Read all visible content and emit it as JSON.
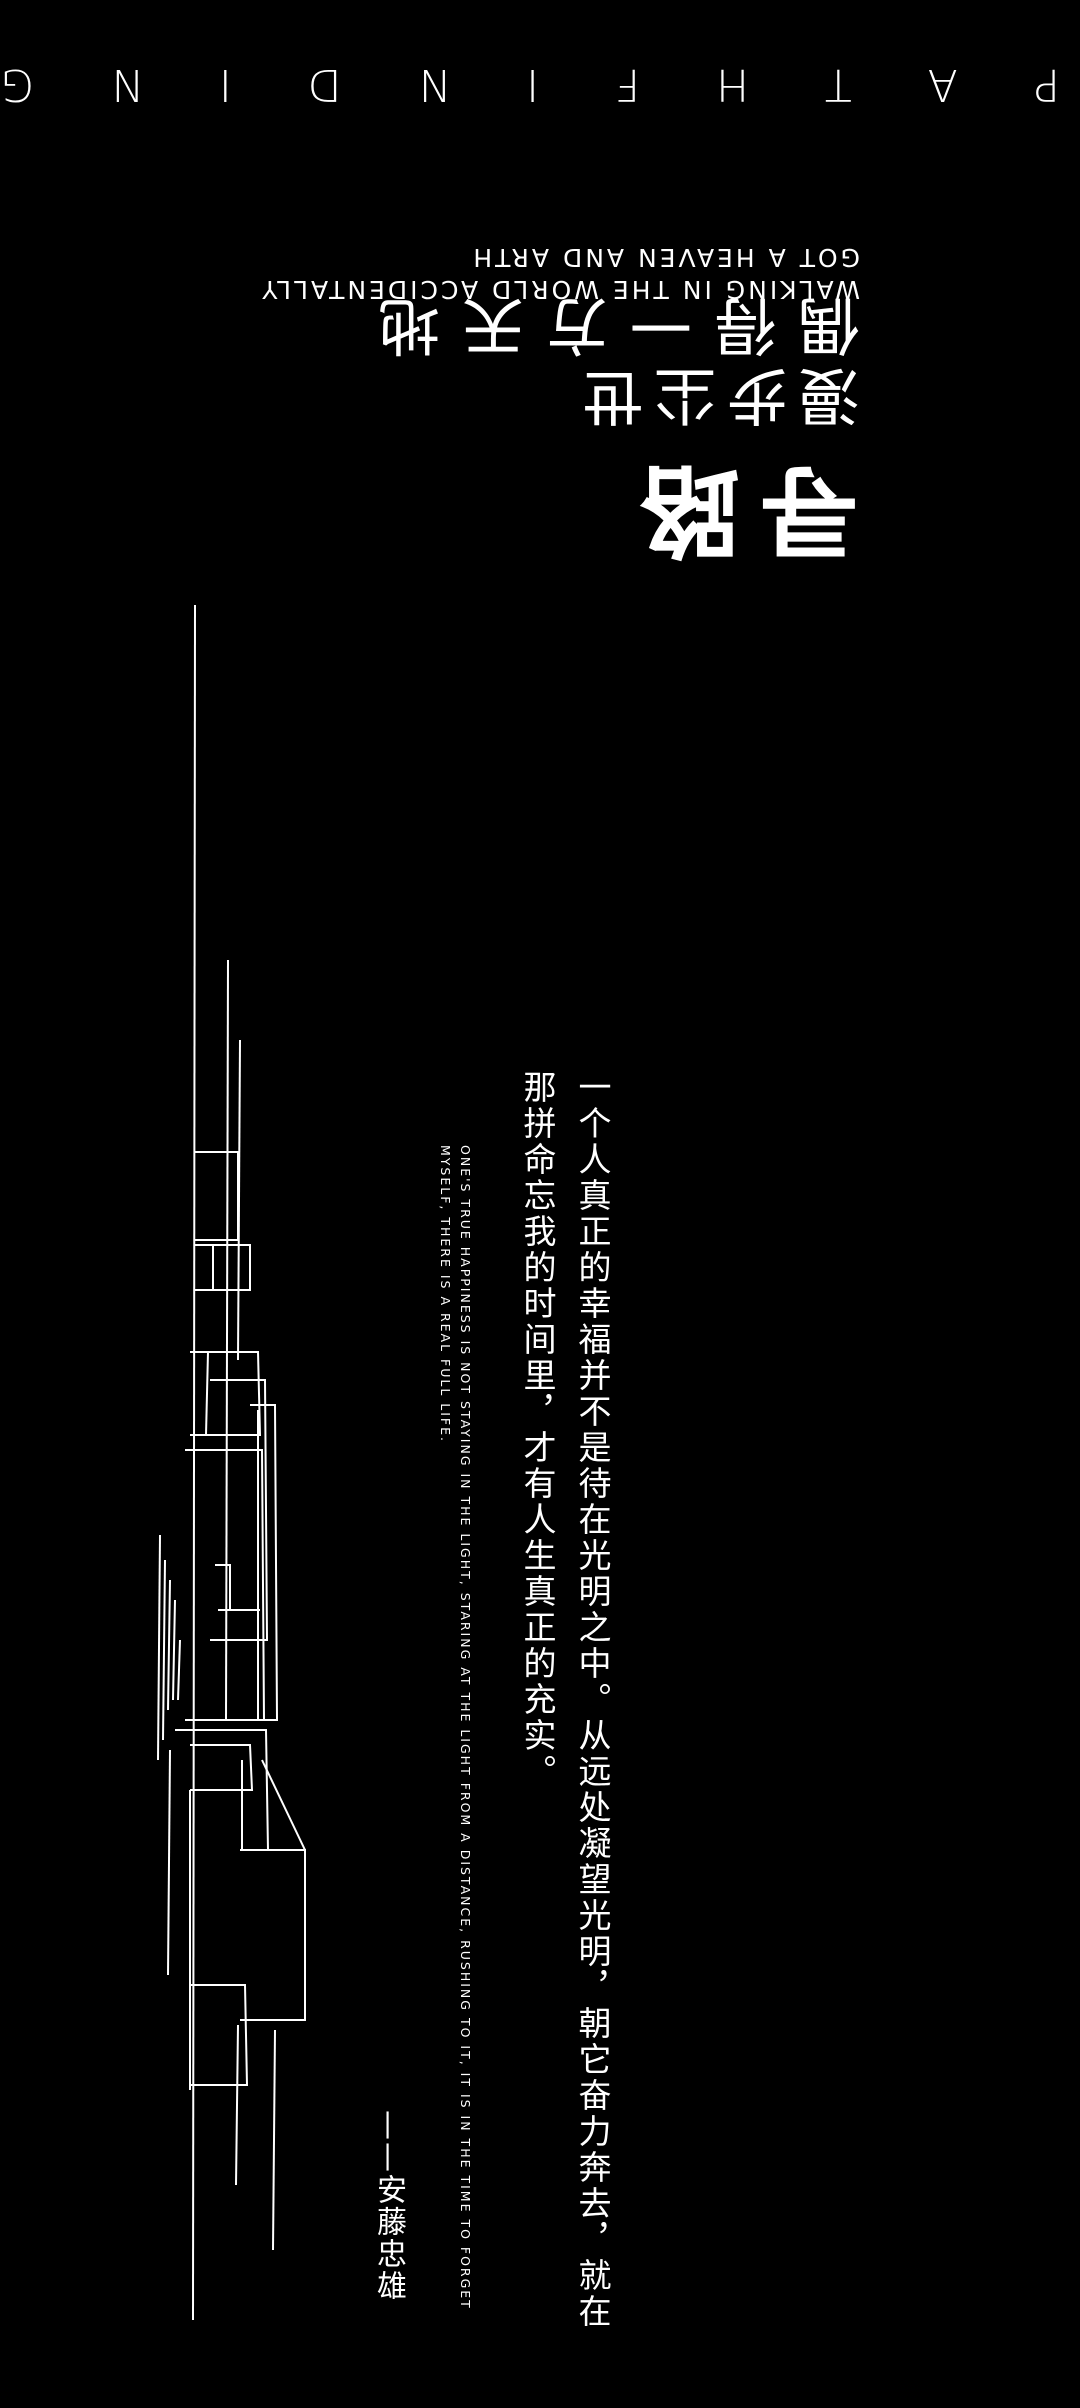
{
  "header": {
    "pathfinding_letters": [
      "P",
      "A",
      "T",
      "H",
      "F",
      "I",
      "N",
      "D",
      "I",
      "N",
      "G"
    ],
    "subtitle_en_line1": "WALKING IN THE WORLD ACCIDENTALLY",
    "subtitle_en_line2": "GOT A HEAVEN AND ARTH",
    "poem_line1": "漫步尘世",
    "poem_line2": "偶得一方天地",
    "title": "寻路"
  },
  "quote": {
    "zh": "一个人真正的幸福并不是待在光明之中。从远处凝望光明，朝它奋力奔去，就在那拼命忘我的时间里，才有人生真正的充实。",
    "en": "ONE'S TRUE HAPPINESS IS NOT STAYING IN THE LIGHT, STARING AT THE LIGHT FROM A DISTANCE, RUSHING TO IT, IT IS IN THE TIME TO FORGET MYSELF, THERE IS A REAL FULL LIFE.",
    "author": "——安藤忠雄"
  },
  "colors": {
    "background": "#000000",
    "foreground": "#ffffff"
  }
}
